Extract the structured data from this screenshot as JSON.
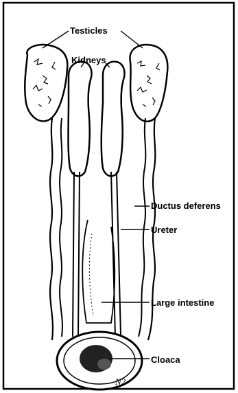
{
  "labels": {
    "testicles": "Testicles",
    "kidneys": "Kidneys",
    "ductus_deferens": "Ductus deferens",
    "ureter": "Ureter",
    "large_intestine": "Large intestine",
    "cloaca": "Cloaca"
  },
  "signature": "N2"
}
